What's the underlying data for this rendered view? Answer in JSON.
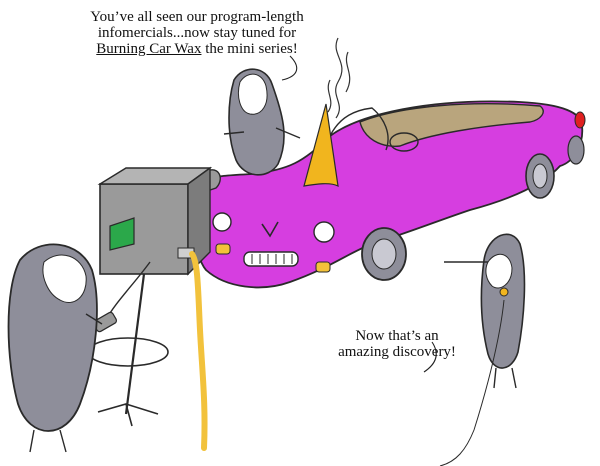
{
  "captions": {
    "top": {
      "line1": "You’ve all seen our program-length",
      "line2": "infomercials...now stay tuned for",
      "line3_underlined": "Burning Car Wax",
      "line3_rest": " the mini series!"
    },
    "right": {
      "line1": "Now that’s an",
      "line2": "amazing discovery!"
    }
  },
  "colors": {
    "car_body": "#d63ee0",
    "car_outline": "#2a2a2a",
    "character_gray": "#8e8e9a",
    "machine_gray": "#9a9a9a",
    "wax_yellow": "#f1b51e",
    "cord_yellow": "#f2c23c",
    "screen_green": "#2ba84a",
    "interior_tan": "#b9a57d"
  }
}
